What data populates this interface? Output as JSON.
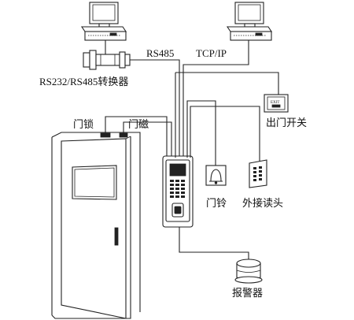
{
  "labels": {
    "rs485": "RS485",
    "tcpip": "TCP/IP",
    "converter": "RS232/RS485转换器",
    "door_lock": "门锁",
    "door_sensor": "门磁",
    "exit_button": "出门开关",
    "doorbell": "门铃",
    "external_reader": "外接读头",
    "alarm": "报警器",
    "exit_panel_text": "EXIT"
  },
  "colors": {
    "line": "#222222",
    "background": "#ffffff"
  },
  "icons": {
    "computer_left": "desktop-computer-icon",
    "computer_right": "desktop-computer-icon",
    "converter": "serial-converter-icon",
    "doorbell": "bell-icon",
    "reader": "card-reader-icon",
    "alarm": "siren-icon"
  }
}
